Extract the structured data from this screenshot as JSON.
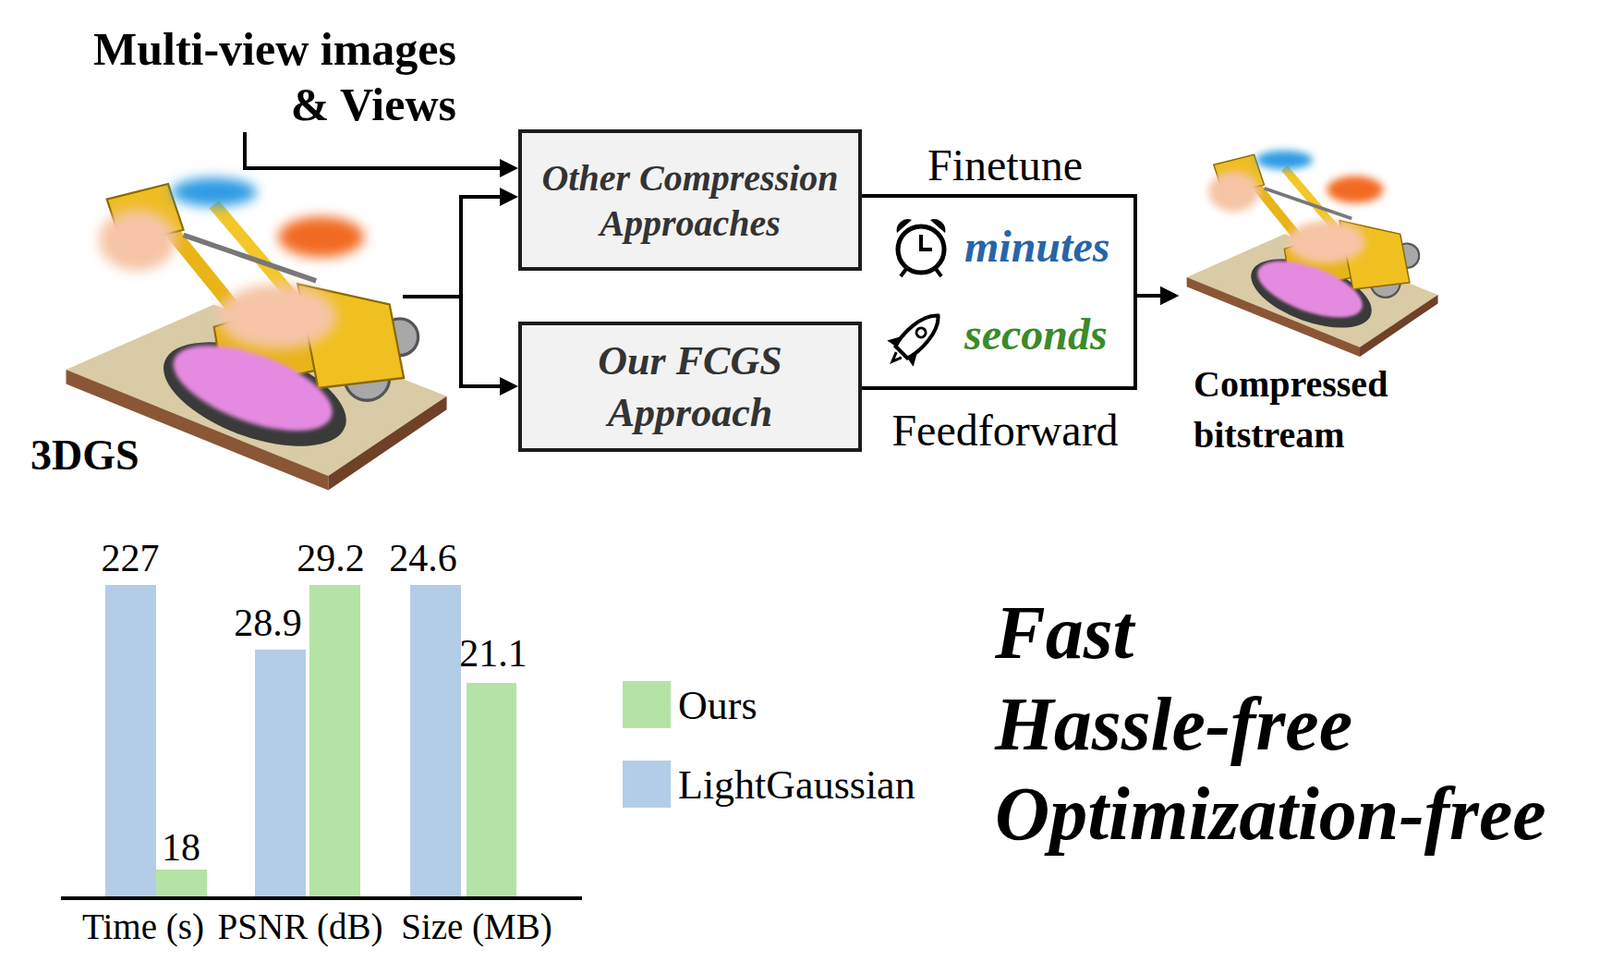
{
  "diagram": {
    "nodes": [
      {
        "text": [
          "Multi-view images & Views"
        ]
      },
      {
        "text": [
          "3DGS"
        ]
      },
      {
        "text": [
          "Other Compression Approaches"
        ]
      },
      {
        "text": [
          "Our FCGS Approach"
        ]
      },
      {
        "text": [
          "Compressed bitstream"
        ]
      }
    ],
    "edges": [
      {
        "from": 0,
        "to": 2,
        "arrow": "to"
      },
      {
        "from": 1,
        "to": 2,
        "arrow": "to"
      },
      {
        "from": 1,
        "to": 3,
        "arrow": "to"
      },
      {
        "from": 2,
        "to": 4,
        "label": "Finetune",
        "arrow": "to"
      },
      {
        "from": 3,
        "to": 4,
        "label": "Feedforward",
        "arrow": "to"
      }
    ],
    "labels": [
      "minutes",
      "seconds",
      "227",
      "18",
      "28.9",
      "29.2",
      "24.6",
      "21.1",
      "Time (s)",
      "PSNR (dB)",
      "Size (MB)",
      "Fast",
      "Hassle-free",
      "Optimization-free"
    ],
    "legend": [
      {
        "text": "Ours",
        "color": "#b5e3a6"
      },
      {
        "text": "LightGaussian",
        "color": "#b3cde8"
      }
    ]
  }
}
